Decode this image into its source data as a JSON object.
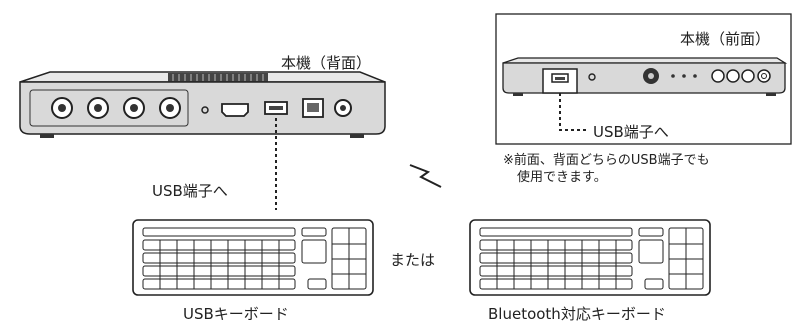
{
  "labels": {
    "rear_title": "本機（背面）",
    "front_title": "本機（前面）",
    "front_usb_callout": "USB端子へ",
    "rear_usb_callout": "USB端子へ",
    "note_line1": "※前面、背面どちらのUSB端子でも",
    "note_line2": "使用できます。",
    "or_text": "または",
    "usb_keyboard": "USBキーボード",
    "bt_keyboard": "Bluetooth対応キーボード"
  },
  "icons": {
    "wireless": "wireless-signal-icon",
    "usb": "usb-port-icon",
    "hdmi": "hdmi-port-icon",
    "lan": "lan-port-icon"
  },
  "colors": {
    "device_body": "#d6d6d6",
    "device_dark": "#3a3a3a",
    "line": "#222222"
  }
}
